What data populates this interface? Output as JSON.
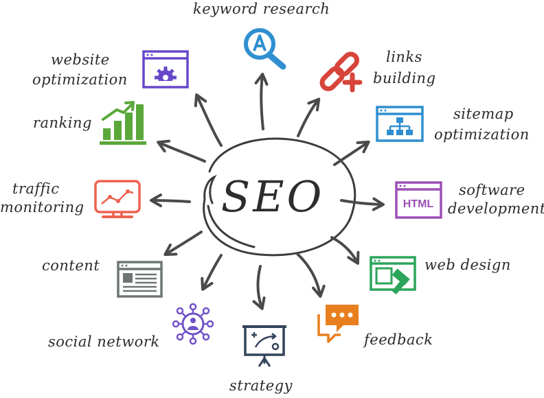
{
  "center": {
    "label": "SEO"
  },
  "topics": {
    "keyword_research": {
      "label": "keyword research"
    },
    "links_building": {
      "line1": "links",
      "line2": "building"
    },
    "sitemap": {
      "line1": "sitemap",
      "line2": "optimization"
    },
    "software": {
      "line1": "software",
      "line2": "development"
    },
    "web_design": {
      "label": "web design"
    },
    "feedback": {
      "label": "feedback"
    },
    "strategy": {
      "label": "strategy"
    },
    "social_network": {
      "label": "social network"
    },
    "content": {
      "label": "content"
    },
    "traffic": {
      "line1": "traffic",
      "line2": "monitoring"
    },
    "ranking": {
      "label": "ranking"
    },
    "website": {
      "line1": "website",
      "line2": "optimization"
    }
  },
  "icons": {
    "keyword_research": "search-letter-a-icon",
    "links_building": "chain-link-add-icon",
    "sitemap": "sitemap-browser-icon",
    "software": "html-browser-icon",
    "web_design": "browser-hammer-icon",
    "feedback": "chat-bubbles-icon",
    "strategy": "strategy-board-icon",
    "social_network": "people-network-icon",
    "content": "document-browser-icon",
    "traffic": "monitor-line-chart-icon",
    "ranking": "bar-chart-rising-icon",
    "website": "browser-gear-icon"
  },
  "html_badge": "HTML",
  "colors": {
    "blue": "#2f8fd0",
    "red": "#d6443a",
    "purple": "#9b4fb5",
    "green": "#2aa55a",
    "orange": "#e87f1e",
    "navy": "#33435b",
    "violet": "#7052c8",
    "gray": "#6f7575",
    "coral": "#ef6150",
    "lime": "#5aa83a",
    "indigo": "#6648c8",
    "ink": "#333333"
  }
}
